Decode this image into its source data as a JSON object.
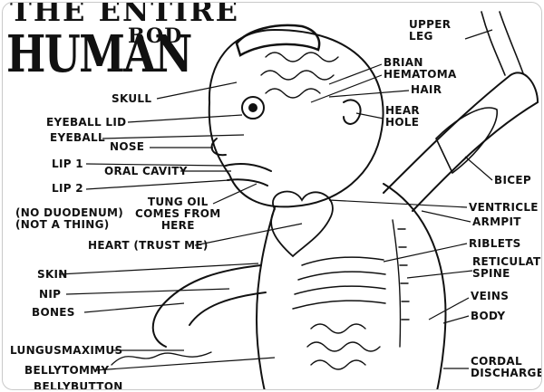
{
  "title": {
    "line1": "THE ENTIRE",
    "line2": "HUMAN",
    "line3": "BOD"
  },
  "labels": {
    "upper_leg": "UPPER\nLEG",
    "brian": "BRIAN",
    "hematoma": "HEMATOMA",
    "hair": "HAIR",
    "hear_hole": "HEAR\nHOLE",
    "skull": "SKULL",
    "eyeball_lid": "EYEBALL LID",
    "eyeball": "EYEBALL",
    "nose": "NOSE",
    "lip1": "LIP 1",
    "oral_cavity": "ORAL CAVITY",
    "lip2": "LIP 2",
    "bicep": "BICEP",
    "no_duodenum": "(NO DUODENUM)\n(NOT A THING)",
    "tung_oil": "TUNG OIL\nCOMES FROM\nHERE",
    "ventricle": "VENTRICLE",
    "armpit": "ARMPIT",
    "heart": "HEART (TRUST ME)",
    "riblets": "RIBLETS",
    "reticulated_spine": "RETICULATED\nSPINE",
    "skin": "SKIN",
    "nip": "NIP",
    "veins": "VEINS",
    "bones": "BONES",
    "body": "BODY",
    "lungusmaximus": "LUNGUSMAXIMUS",
    "bellytommy": "BELLYTOMMY",
    "cordal_discharge": "CORDAL\nDISCHARGE",
    "bellybutton": "BELLYBUTTON"
  }
}
